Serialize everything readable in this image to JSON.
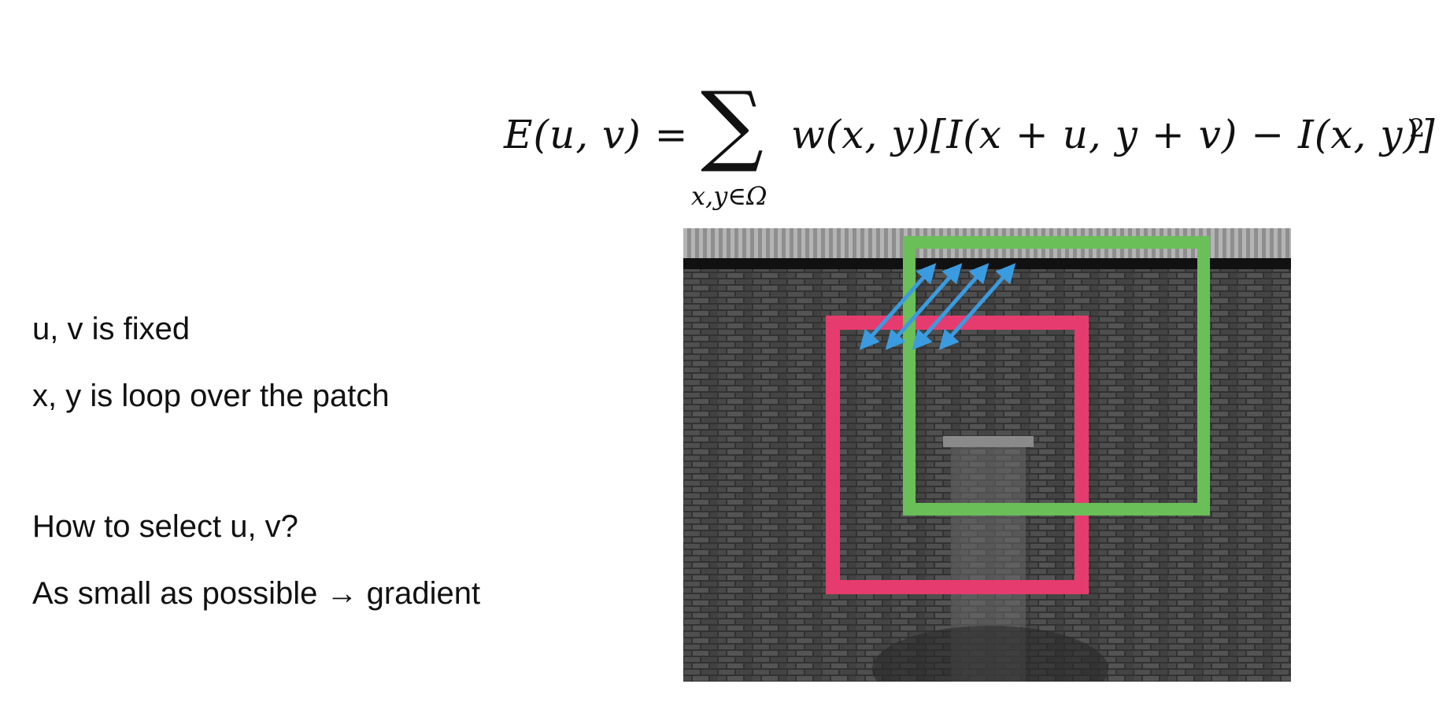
{
  "formula": {
    "lhs": "E(u, v) =",
    "sum_symbol": "∑",
    "subscript": "x,y∈Ω",
    "rhs": "w(x, y)[I(x + u, y + v) − I(x, y)]",
    "exponent": "2"
  },
  "notes": {
    "line1": "u, v is fixed",
    "line2": "x, y is loop over the patch",
    "line3": "How to select u, v?",
    "line4": "As small as possible → gradient"
  },
  "figure": {
    "colors": {
      "original_window": "#e63b6e",
      "shifted_window": "#6abf59",
      "shift_arrows": "#3a9be0"
    }
  }
}
